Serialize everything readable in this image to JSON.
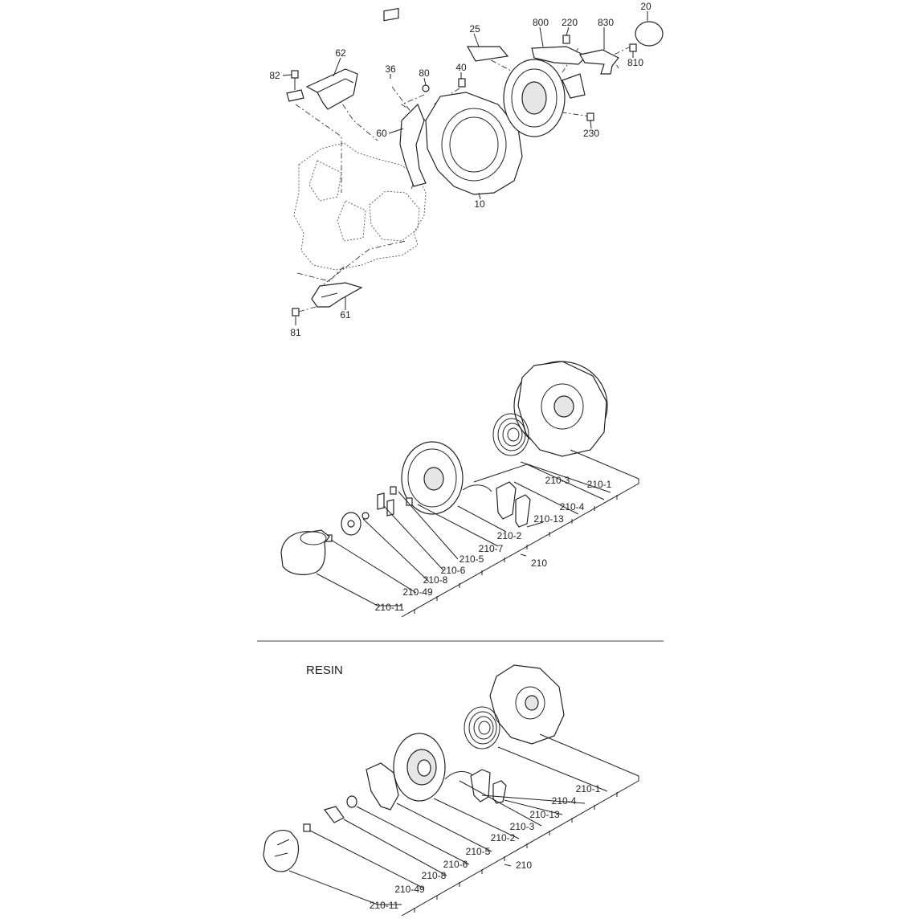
{
  "top_assembly": {
    "labels": [
      "20",
      "220",
      "800",
      "830",
      "25",
      "810",
      "40",
      "62",
      "36",
      "80",
      "82",
      "60",
      "230",
      "10",
      "61",
      "81"
    ]
  },
  "starter_metal": {
    "labels": [
      "210-1",
      "210-3",
      "210-4",
      "210-13",
      "210-2",
      "210-7",
      "210-5",
      "210",
      "210-6",
      "210-8",
      "210-49",
      "210-11"
    ]
  },
  "starter_resin": {
    "title": "RESIN",
    "labels": [
      "210-1",
      "210-4",
      "210-13",
      "210-3",
      "210-2",
      "210-5",
      "210",
      "210-6",
      "210-8",
      "210-49",
      "210-11"
    ]
  }
}
